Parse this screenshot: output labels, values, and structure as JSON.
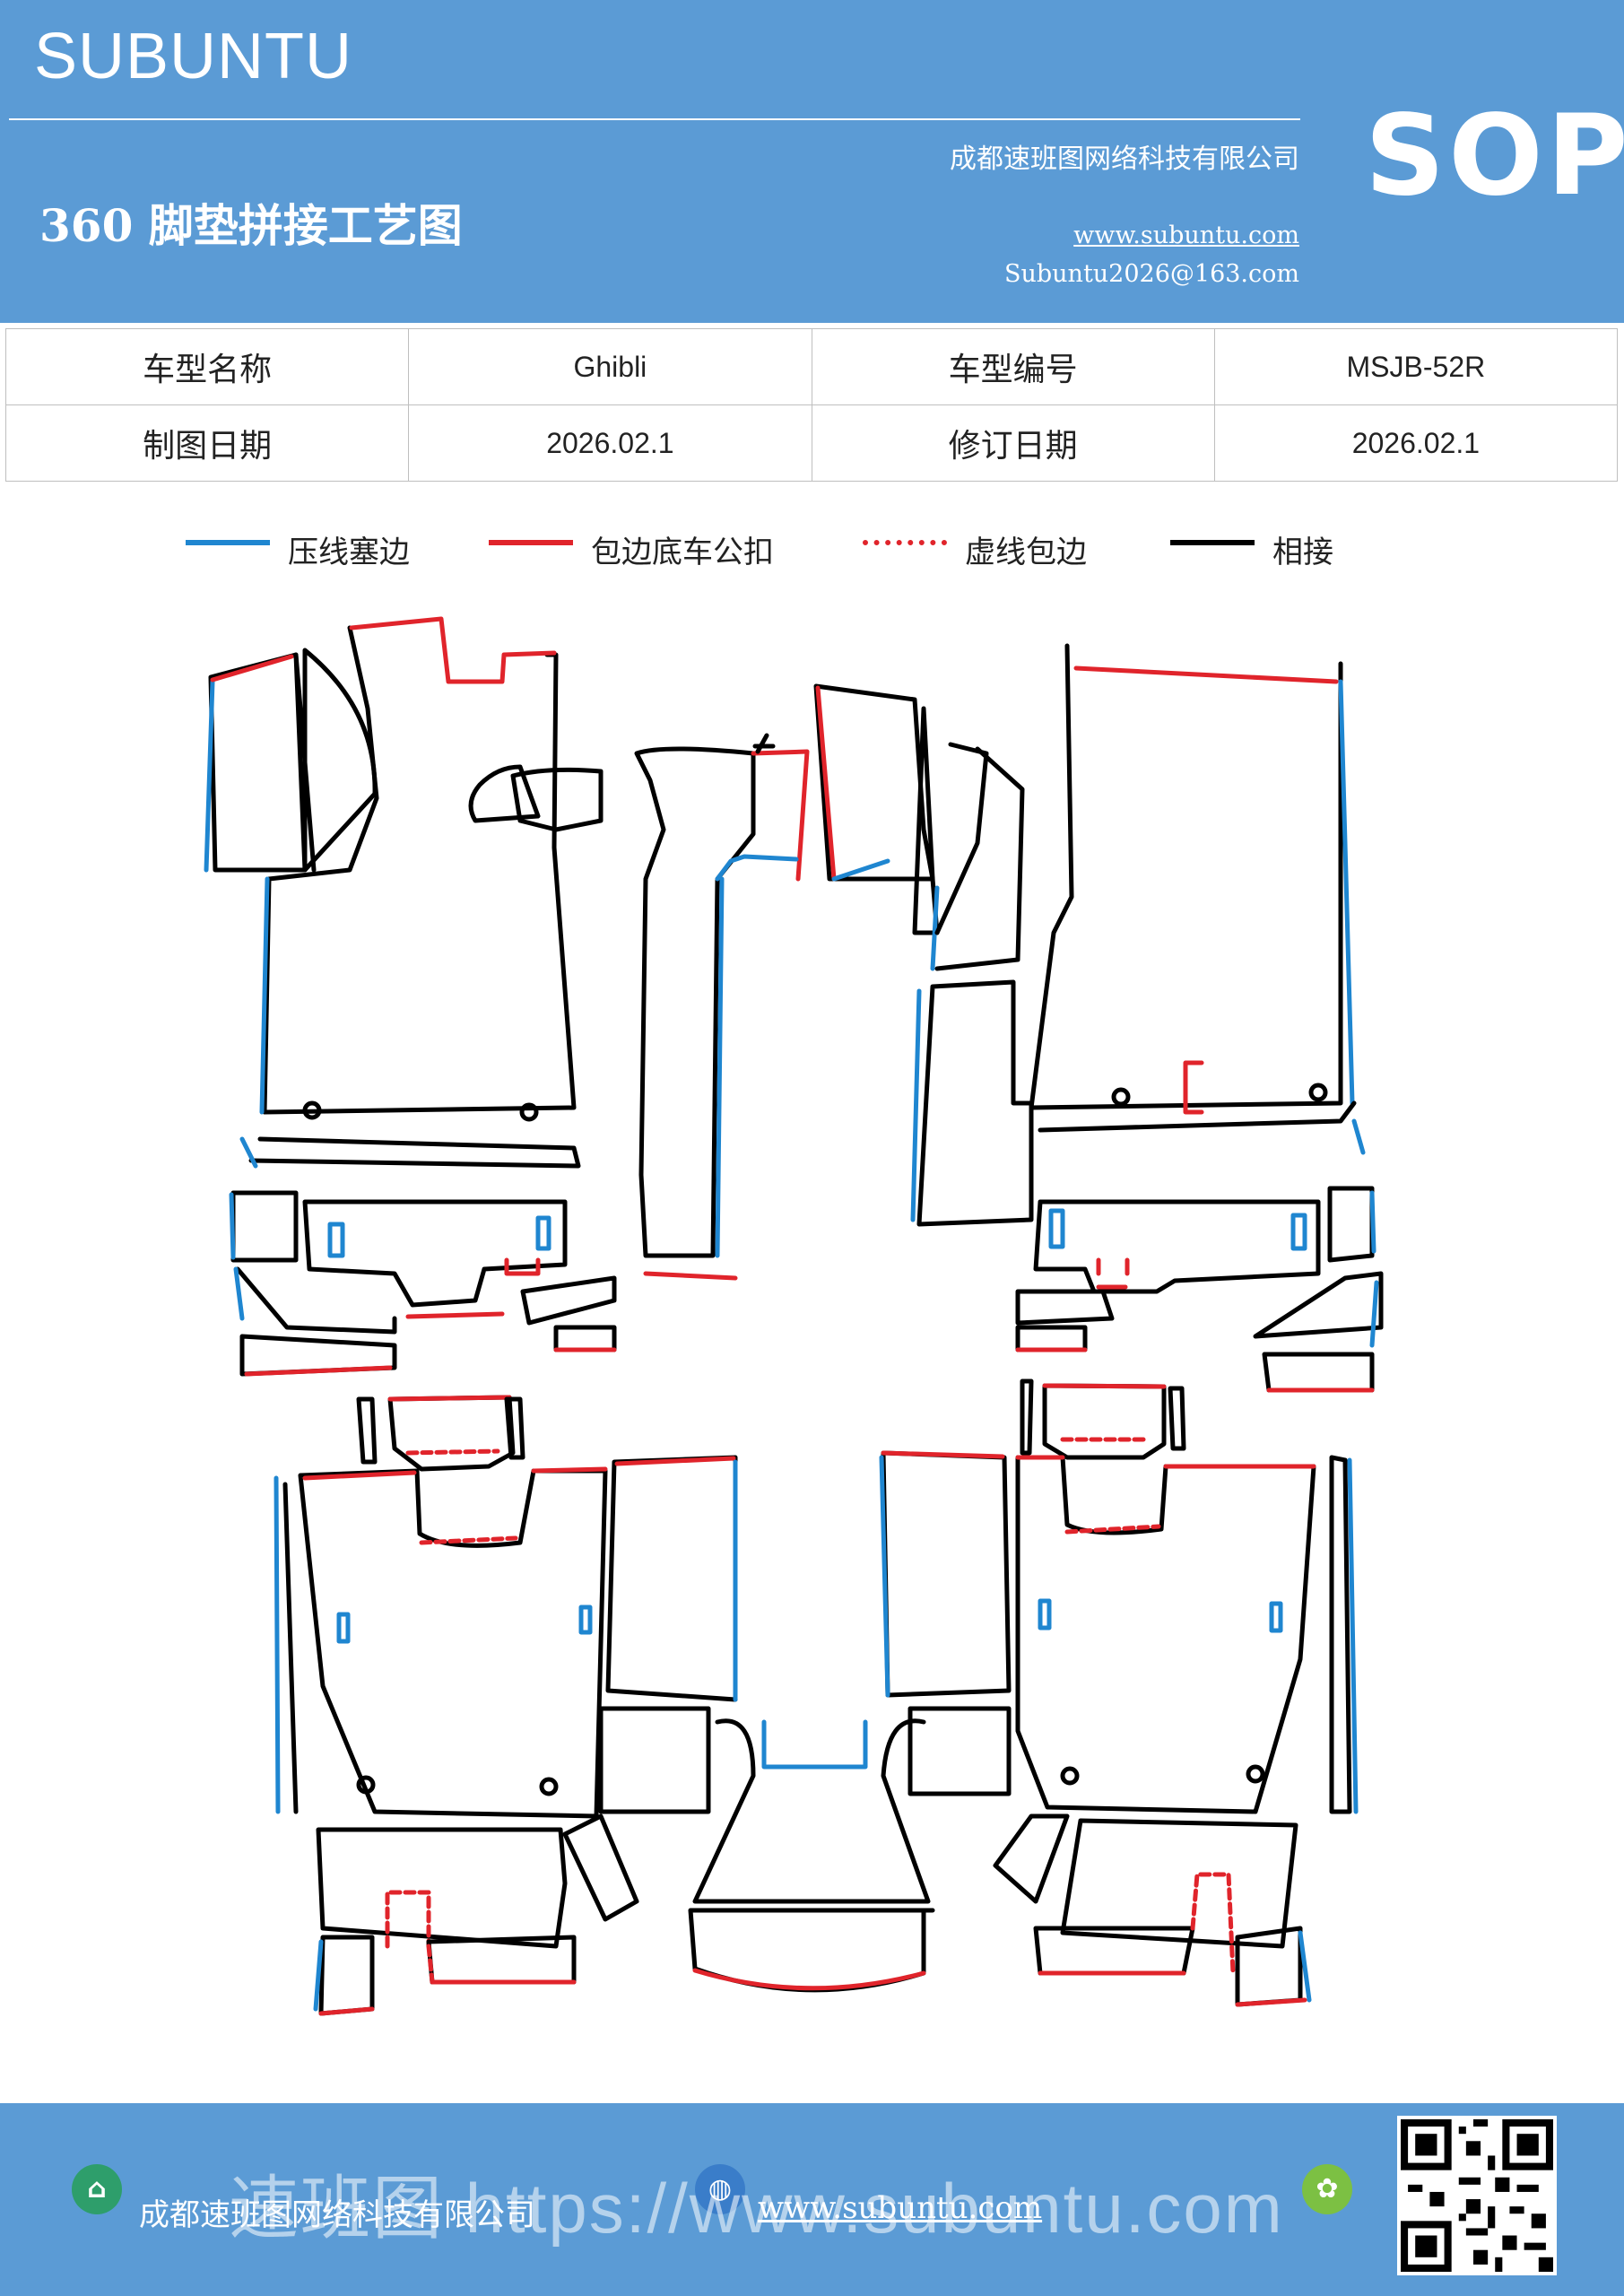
{
  "header": {
    "brand": "SUBUNTU",
    "company": "成都速班图网络科技有限公司",
    "title": "360 脚垫拼接工艺图",
    "website": "www.subuntu.com",
    "email": "Subuntu2026@163.com",
    "badge": "SOP"
  },
  "info": {
    "rows": [
      {
        "l1": "车型名称",
        "v1": "Ghibli",
        "l2": "车型编号",
        "v2": "MSJB-52R"
      },
      {
        "l1": "制图日期",
        "v1": "2026.02.1",
        "l2": "修订日期",
        "v2": "2026.02.1"
      }
    ]
  },
  "legend": [
    {
      "label": "压线塞边",
      "color": "#1f86d0",
      "style": "solid"
    },
    {
      "label": "包边底车公扣",
      "color": "#e0242b",
      "style": "solid"
    },
    {
      "label": "虚线包边",
      "color": "#e0242b",
      "style": "dotted"
    },
    {
      "label": "相接",
      "color": "#000000",
      "style": "solid"
    }
  ],
  "colors": {
    "header_bg": "#5b9bd5",
    "blue": "#1f86d0",
    "red": "#e0242b",
    "black": "#000000"
  },
  "footer": {
    "company": "成都速班图网络科技有限公司",
    "website": "www.subuntu.com",
    "watermark": "速班图 https://www.subuntu.com",
    "icons": [
      "building-icon",
      "globe-icon",
      "wechat-icon",
      "qr-code-icon"
    ]
  }
}
